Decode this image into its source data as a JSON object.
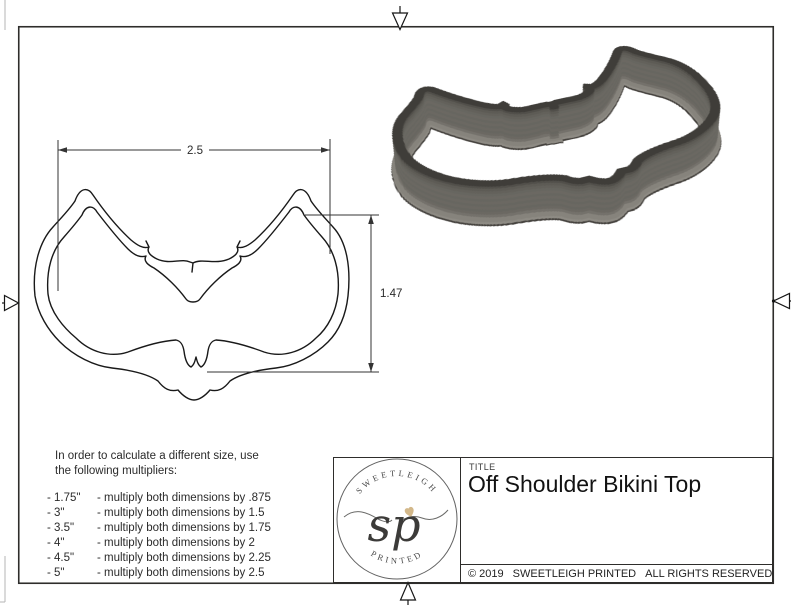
{
  "sheet": {
    "border_color": "#2e2d2b",
    "line_color": "#191919"
  },
  "drawing_2d": {
    "width_dim": "2.5",
    "height_dim": "1.47"
  },
  "size_note": {
    "intro": [
      "In order to calculate a different size, use",
      "the following multipliers:"
    ],
    "rows": [
      {
        "size": "- 1.75\"",
        "rule": "- multiply both dimensions by .875"
      },
      {
        "size": "- 3\"",
        "rule": "- multiply both dimensions by 1.5"
      },
      {
        "size": "- 3.5\"",
        "rule": "- multiply both dimensions by 1.75"
      },
      {
        "size": "- 4\"",
        "rule": "- multiply both dimensions by 2"
      },
      {
        "size": "- 4.5\"",
        "rule": "- multiply both dimensions by 2.25"
      },
      {
        "size": "- 5\"",
        "rule": "- multiply both dimensions by 2.5"
      }
    ]
  },
  "title_block": {
    "field_label": "TITLE",
    "title": "Off Shoulder Bikini Top",
    "copyright": {
      "year": "© 2019",
      "owner": "SWEETLEIGH PRINTED",
      "rights": "ALL RIGHTS RESERVED"
    }
  },
  "logo": {
    "top_text": "SWEETLEIGH",
    "bottom_text": "PRINTED",
    "monogram": "sp",
    "accent_color": "#d3b88a"
  },
  "render_3d": {
    "flange_color": "#8e8b84",
    "wall_color": "#6b6862",
    "edge_color": "#3f3d39"
  }
}
